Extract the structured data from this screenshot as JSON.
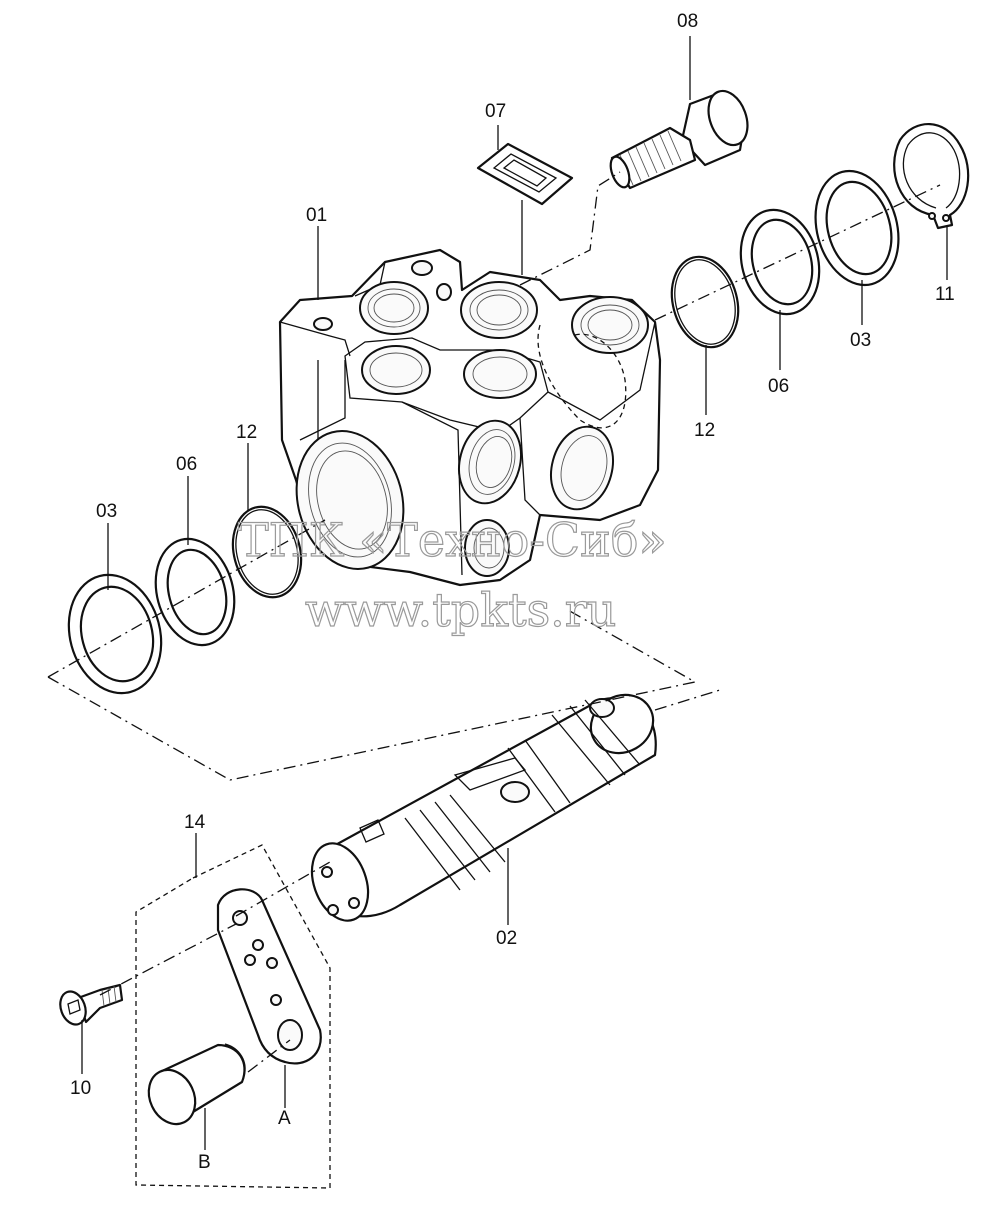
{
  "labels": {
    "p01": "01",
    "p02": "02",
    "p03_left": "03",
    "p03_right": "03",
    "p06_left": "06",
    "p06_right": "06",
    "p07": "07",
    "p08": "08",
    "p10": "10",
    "p11": "11",
    "p12_left": "12",
    "p12_right": "12",
    "p14": "14",
    "a": "A",
    "b": "B"
  },
  "watermark": {
    "line1": "ТПК «Техно-Сиб»",
    "line2": "www.tpkts.ru"
  },
  "colors": {
    "line": "#111111",
    "watermark": "#9a9a9a",
    "background": "#ffffff"
  }
}
